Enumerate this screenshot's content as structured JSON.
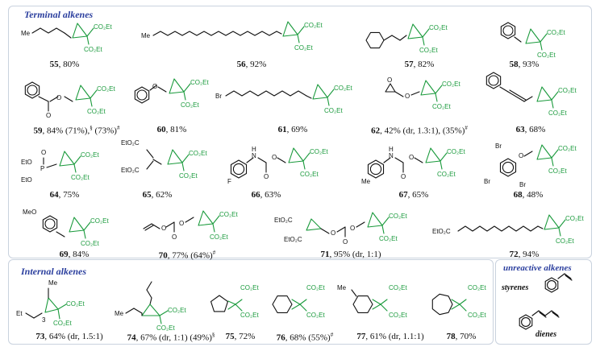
{
  "sections": {
    "terminal": "Terminal alkenes",
    "internal": "Internal alkenes",
    "unreactive": "unreactive alkenes"
  },
  "labels": {
    "co2et": "CO₂Et",
    "eto2c": "EtO₂C",
    "me": "Me",
    "meo": "MeO",
    "br": "Br",
    "f": "F",
    "eto": "EtO",
    "p": "P",
    "o": "O",
    "h": "H",
    "n": "N",
    "sub3": "3",
    "styrenes": "styrenes",
    "dienes": "dienes"
  },
  "compounds": [
    {
      "id": "55",
      "rest": ", 80%"
    },
    {
      "id": "56",
      "rest": ", 92%"
    },
    {
      "id": "57",
      "rest": ", 82%"
    },
    {
      "id": "58",
      "rest": ", 93%"
    },
    {
      "id": "59",
      "rest": ", 84% (71%),",
      "sup1": "§",
      "rest2": " (73%)",
      "sup2": "#"
    },
    {
      "id": "60",
      "rest": ", 81%"
    },
    {
      "id": "61",
      "rest": ", 69%"
    },
    {
      "id": "62",
      "rest": ", 42% (dr, 1.3:1), (35%)",
      "sup1": "#"
    },
    {
      "id": "63",
      "rest": ", 68%"
    },
    {
      "id": "64",
      "rest": ", 75%"
    },
    {
      "id": "65",
      "rest": ", 62%"
    },
    {
      "id": "66",
      "rest": ", 63%"
    },
    {
      "id": "67",
      "rest": ", 65%"
    },
    {
      "id": "68",
      "rest": ", 48%"
    },
    {
      "id": "69",
      "rest": ", 84%"
    },
    {
      "id": "70",
      "rest": ", 77% (64%)",
      "sup1": "#"
    },
    {
      "id": "71",
      "rest": ", 95% (dr, 1:1)"
    },
    {
      "id": "72",
      "rest": ", 94%"
    },
    {
      "id": "73",
      "rest": ", 64% (dr, 1.5:1)"
    },
    {
      "id": "74",
      "rest": ", 67% (dr, 1:1) (49%)",
      "sup1": "§"
    },
    {
      "id": "75",
      "rest": ", 72%"
    },
    {
      "id": "76",
      "rest": ", 68% (55%)",
      "sup1": "#"
    },
    {
      "id": "77",
      "rest": ", 61% (dr, 1.1:1)"
    },
    {
      "id": "78",
      "rest": ", 70%"
    }
  ],
  "colors": {
    "green": "#1a9a3c",
    "title": "#2b3f9e",
    "border": "#c9d2de"
  }
}
